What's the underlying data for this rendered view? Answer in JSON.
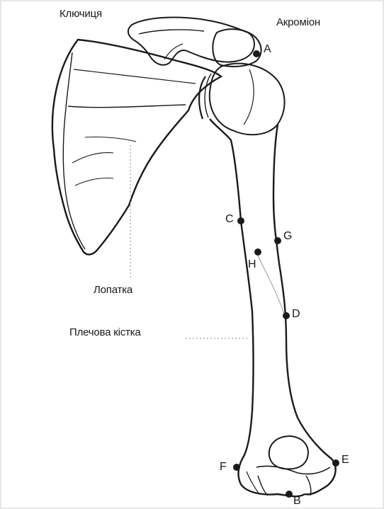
{
  "labels": {
    "clavicle": "Ключиця",
    "acromion": "Акроміон",
    "scapula": "Лопатка",
    "humerus": "Плечова кістка"
  },
  "points": {
    "A": "A",
    "B": "B",
    "C": "C",
    "D": "D",
    "E": "E",
    "F": "F",
    "G": "G",
    "H": "H"
  },
  "colors": {
    "line": "#1a1a1a",
    "background": "#ffffff"
  }
}
